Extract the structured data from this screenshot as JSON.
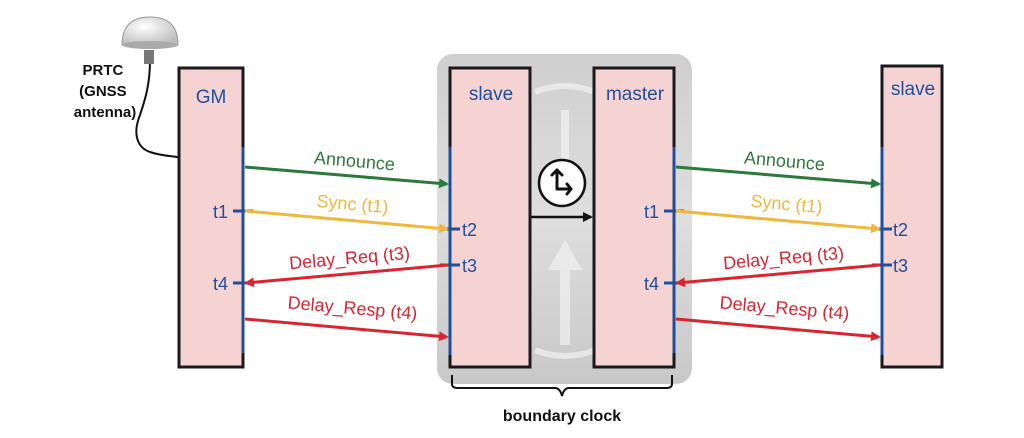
{
  "antenna": {
    "lines": [
      "PRTC",
      "(GNSS",
      "antenna)"
    ]
  },
  "nodes": {
    "gm": "GM",
    "bc_slave": "slave",
    "bc_master": "master",
    "end_slave": "slave"
  },
  "boundary_clock_label": "boundary clock",
  "messages": {
    "announce": "Announce",
    "sync": "Sync (t1)",
    "delay_req": "Delay_Req (t3)",
    "delay_resp": "Delay_Resp (t4)"
  },
  "timestamps": {
    "t1": "t1",
    "t2": "t2",
    "t3": "t3",
    "t4": "t4"
  },
  "colors": {
    "box_fill": "#f6d3d3",
    "box_stroke": "#1a1a1a",
    "timeline": "#1f4e9c",
    "announce": "#2a7a38",
    "sync": "#f0b73a",
    "delay": "#d9262e",
    "bc_background": "#d2d2d2"
  }
}
